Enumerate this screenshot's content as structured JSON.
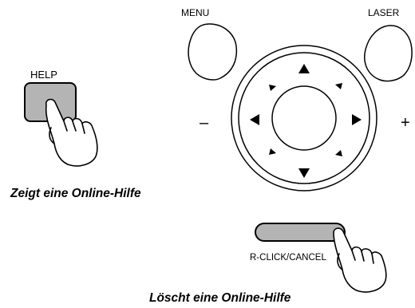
{
  "help_panel": {
    "button_label": "HELP",
    "caption": "Zeigt eine Online-Hilfe",
    "button_color": "#b4b4b4"
  },
  "remote": {
    "menu_label": "MENU",
    "laser_label": "LASER",
    "minus_label": "–",
    "plus_label": "+"
  },
  "cancel_panel": {
    "button_label": "R-CLICK/CANCEL",
    "caption": "Löscht eine Online-Hilfe",
    "button_color": "#b4b4b4"
  }
}
